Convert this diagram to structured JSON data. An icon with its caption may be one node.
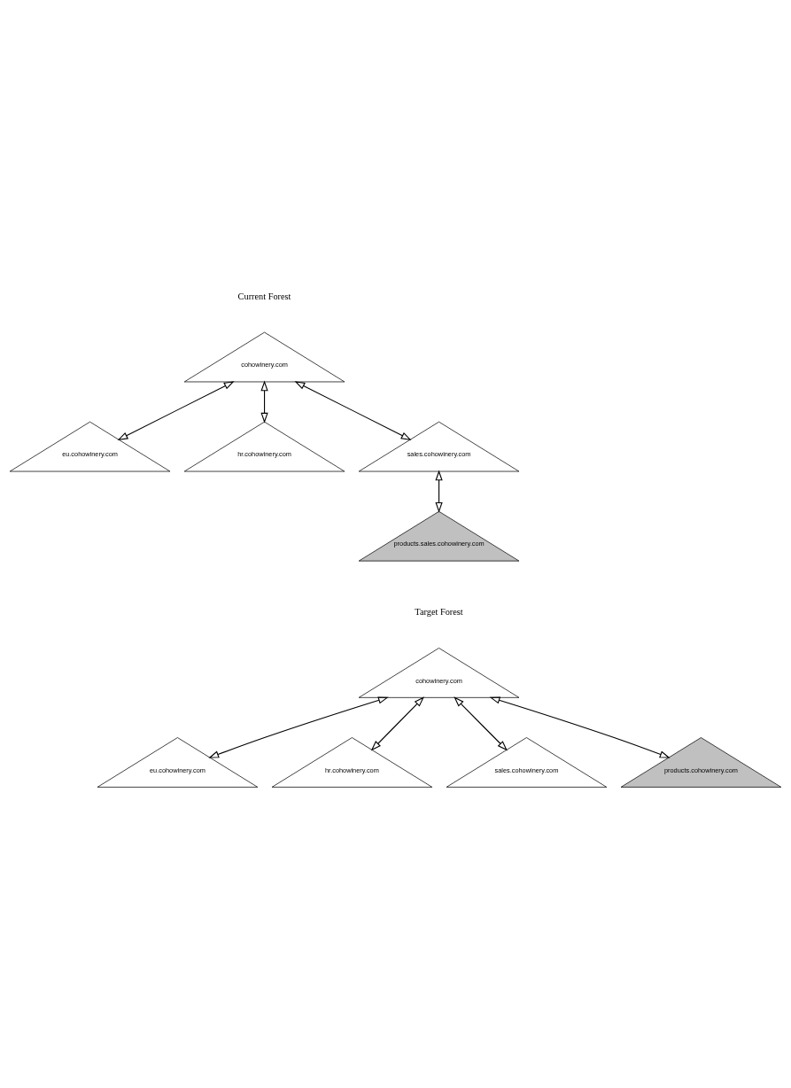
{
  "diagram": {
    "nodes": [
      {
        "text": [
          "cohowinery.com"
        ]
      },
      {
        "text": [
          "eu.cohowinery.com"
        ]
      },
      {
        "text": [
          "hr.cohowinery.com"
        ]
      },
      {
        "text": [
          "sales.cohowinery.com"
        ]
      },
      {
        "text": [
          "products.sales.cohowinery.com"
        ]
      },
      {
        "text": [
          "cohowinery.com"
        ]
      },
      {
        "text": [
          "eu.cohowinery.com"
        ]
      },
      {
        "text": [
          "hr.cohowinery.com"
        ]
      },
      {
        "text": [
          "sales.cohowinery.com"
        ]
      },
      {
        "text": [
          "products.cohowinery.com"
        ]
      }
    ],
    "edges": [
      {
        "from": 0,
        "to": 1,
        "arrow": "both"
      },
      {
        "from": 0,
        "to": 2,
        "arrow": "both"
      },
      {
        "from": 0,
        "to": 3,
        "arrow": "both"
      },
      {
        "from": 3,
        "to": 4,
        "arrow": "both"
      },
      {
        "from": 5,
        "to": 6,
        "arrow": "both"
      },
      {
        "from": 5,
        "to": 7,
        "arrow": "both"
      },
      {
        "from": 5,
        "to": 8,
        "arrow": "both"
      },
      {
        "from": 5,
        "to": 9,
        "arrow": "both"
      }
    ],
    "labels": [
      "Current Forest",
      "Target Forest"
    ]
  }
}
